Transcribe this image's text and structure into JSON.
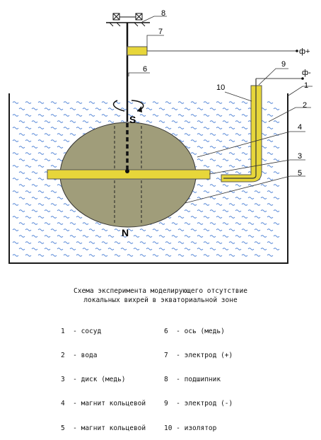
{
  "diagram": {
    "callout_numbers": [
      "1",
      "2",
      "3",
      "4",
      "5",
      "6",
      "7",
      "8",
      "9",
      "10"
    ],
    "pole_north": "N",
    "pole_south": "S",
    "terminal_plus": "ф+",
    "terminal_minus": "ф-",
    "colors": {
      "water_wave": "#4a7fd4",
      "magnet_fill": "#a09d7a",
      "disc_fill": "#e7d63a",
      "outline": "#1a1a1a"
    }
  },
  "caption": {
    "line1": "Схема эксперимента моделирующего отсутствие",
    "line2": "локальных вихрей в экваториальной зоне"
  },
  "legend": {
    "left": [
      "1  - сосуд",
      "2  - вода",
      "3  - диск (медь)",
      "4  - магнит кольцевой",
      "5  - магнит кольцевой"
    ],
    "right": [
      "6  - ось (медь)",
      "7  - электрод (+)",
      "8  - подшипник",
      "9  - электрод (-)",
      "10 - изолятор"
    ]
  }
}
